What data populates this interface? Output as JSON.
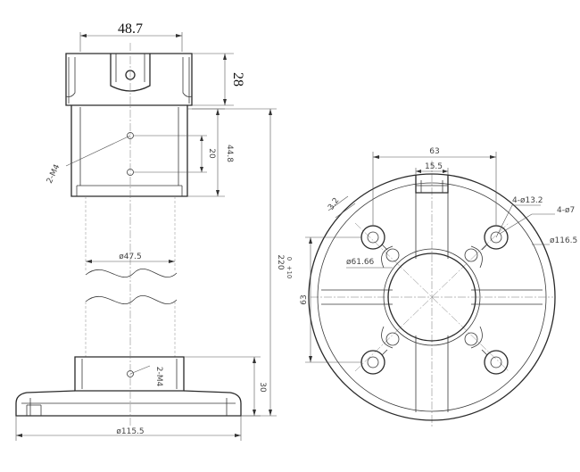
{
  "side_view": {
    "top_width": "48.7",
    "head_height": "28",
    "tube_height": "44.8",
    "hole_spacing": "20",
    "top_holes": "2-M4",
    "tube_diameter": "ø47.5",
    "total_height_main": "220",
    "total_height_tol_upper": "+10",
    "total_height_tol_lower": "0",
    "base_holes": "2-M4",
    "base_height": "30",
    "base_diameter": "ø115.5"
  },
  "plan_view": {
    "slot_span": "63",
    "slot_width": "15.5",
    "mount_holes": "4-ø13.2",
    "mount_holes_inner": "4-ø7",
    "outer_diameter": "ø116.5",
    "bore_diameter": "ø61.66",
    "bolt_spacing": "63",
    "chamfer": "3.2"
  }
}
